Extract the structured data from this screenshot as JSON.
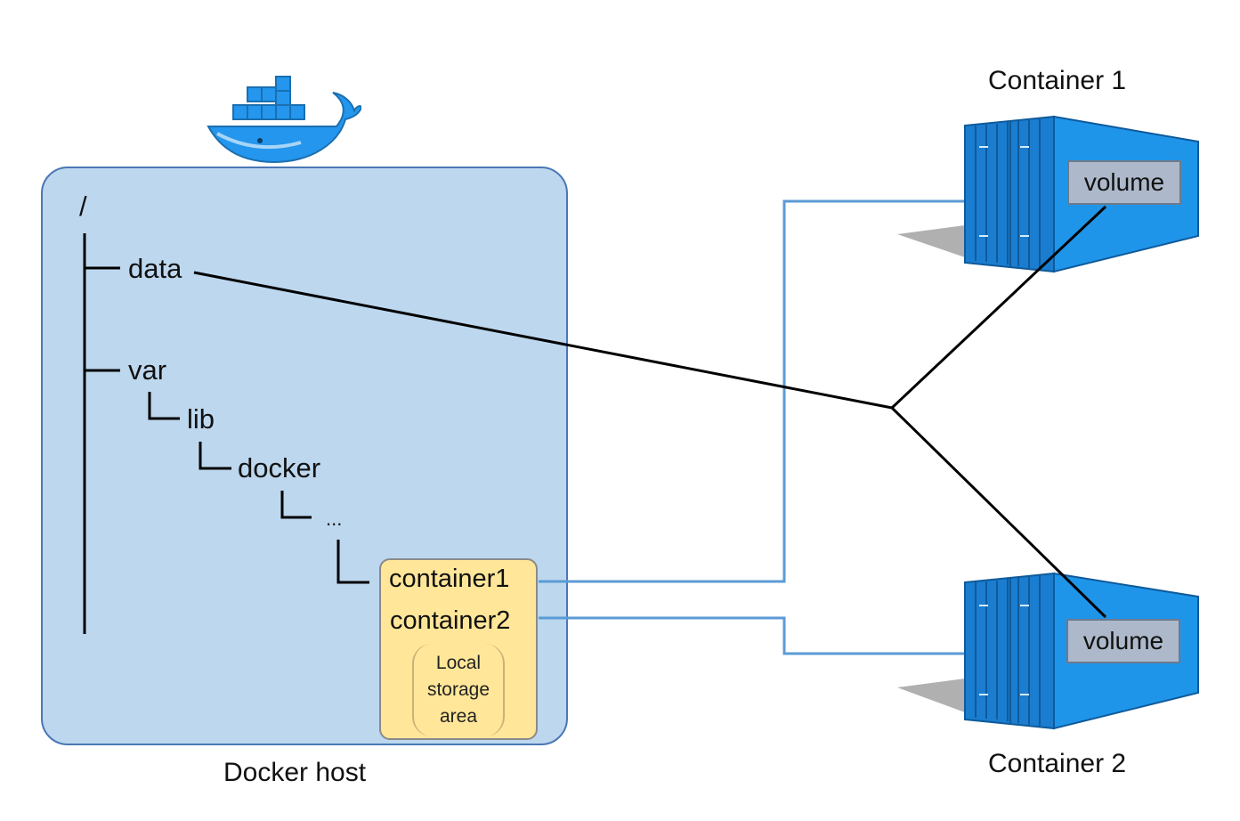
{
  "tree": {
    "root": "/",
    "data": "data",
    "var": "var",
    "lib": "lib",
    "docker": "docker",
    "ellipsis": "..."
  },
  "storage": {
    "entries": [
      "container1",
      "container2"
    ],
    "local_area": "Local storage area"
  },
  "host_label": "Docker host",
  "containers": [
    {
      "label": "Container 1",
      "volume": "volume"
    },
    {
      "label": "Container 2",
      "volume": "volume"
    }
  ],
  "colors": {
    "host_fill": "#bdd7ee",
    "host_border": "#4a77b4",
    "storage_fill": "#ffe699",
    "container_blue": "#1f8fe0",
    "volume_fill": "#adb9ca",
    "link_blue": "#5b9bd5",
    "link_black": "#000000"
  }
}
